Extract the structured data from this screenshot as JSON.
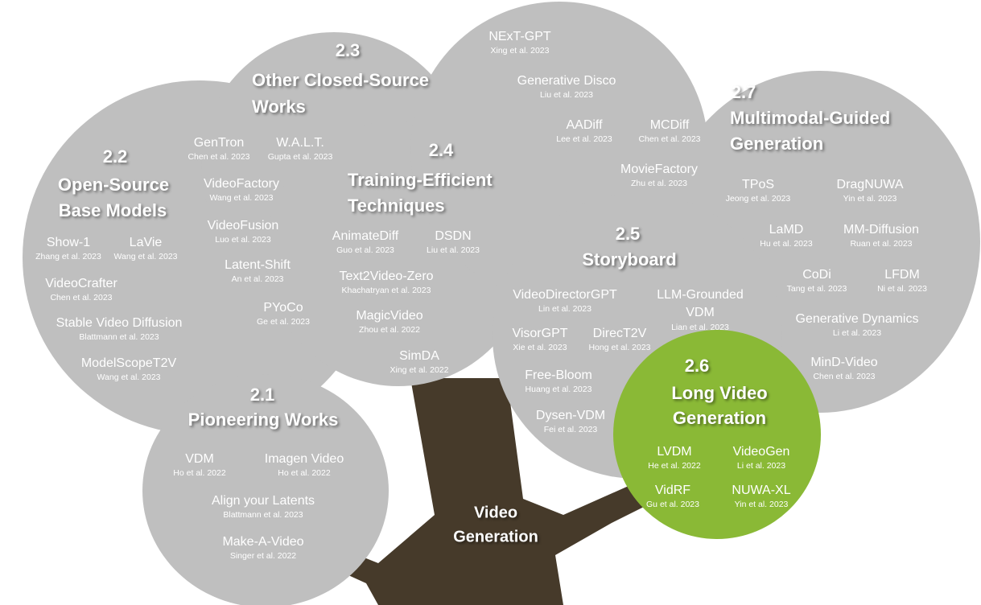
{
  "colors": {
    "bubble": "#bfbfbf",
    "highlight": "#8ab936",
    "trunk": "#463a2a",
    "text": "#ffffff"
  },
  "root": {
    "lines": [
      "Video",
      "Generation"
    ]
  },
  "sections": [
    {
      "num": "2.1",
      "lines": [
        "Pioneering Works"
      ],
      "items": [
        {
          "name": "VDM",
          "cite": "Ho et al. 2022"
        },
        {
          "name": "Imagen Video",
          "cite": "Ho et al. 2022"
        },
        {
          "name": "Align your Latents",
          "cite": "Blattmann et al. 2023"
        },
        {
          "name": "Make-A-Video",
          "cite": "Singer et al. 2022"
        }
      ]
    },
    {
      "num": "2.2",
      "lines": [
        "Open-Source",
        "Base Models"
      ],
      "items": [
        {
          "name": "Show-1",
          "cite": "Zhang et al. 2023"
        },
        {
          "name": "LaVie",
          "cite": "Wang et al. 2023"
        },
        {
          "name": "VideoCrafter",
          "cite": "Chen et al. 2023"
        },
        {
          "name": "Stable Video Diffusion",
          "cite": "Blattmann et al. 2023"
        },
        {
          "name": "ModelScopeT2V",
          "cite": "Wang et al. 2023"
        }
      ]
    },
    {
      "num": "2.3",
      "lines": [
        "Other Closed-Source",
        "Works"
      ],
      "items": [
        {
          "name": "GenTron",
          "cite": "Chen et al. 2023"
        },
        {
          "name": "W.A.L.T.",
          "cite": "Gupta et al. 2023"
        },
        {
          "name": "VideoFactory",
          "cite": "Wang et al. 2023"
        },
        {
          "name": "VideoFusion",
          "cite": "Luo et al. 2023"
        },
        {
          "name": "Latent-Shift",
          "cite": "An et al. 2023"
        },
        {
          "name": "PYoCo",
          "cite": "Ge et al. 2023"
        }
      ]
    },
    {
      "num": "2.4",
      "lines": [
        "Training-Efficient",
        "Techniques"
      ],
      "items": [
        {
          "name": "AnimateDiff",
          "cite": "Guo et al. 2023"
        },
        {
          "name": "DSDN",
          "cite": "Liu et al. 2023"
        },
        {
          "name": "Text2Video-Zero",
          "cite": "Khachatryan et al. 2023"
        },
        {
          "name": "MagicVideo",
          "cite": "Zhou et al. 2022"
        },
        {
          "name": "SimDA",
          "cite": "Xing et al. 2022"
        }
      ]
    },
    {
      "num": "2.5",
      "lines": [
        "Storyboard"
      ],
      "items": [
        {
          "name": "VideoDirectorGPT",
          "cite": "Lin et al. 2023"
        },
        {
          "name": "LLM-Grounded VDM",
          "cite": "Lian et al. 2023"
        },
        {
          "name": "VisorGPT",
          "cite": "Xie et al. 2023"
        },
        {
          "name": "DirecT2V",
          "cite": "Hong et al. 2023"
        },
        {
          "name": "Free-Bloom",
          "cite": "Huang et al. 2023"
        },
        {
          "name": "Dysen-VDM",
          "cite": "Fei et al. 2023"
        }
      ]
    },
    {
      "num": "2.6",
      "lines": [
        "Long Video",
        "Generation"
      ],
      "items": [
        {
          "name": "LVDM",
          "cite": "He et al. 2022"
        },
        {
          "name": "VideoGen",
          "cite": "Li et al. 2023"
        },
        {
          "name": "VidRF",
          "cite": "Gu et al. 2023"
        },
        {
          "name": "NUWA-XL",
          "cite": "Yin et al. 2023"
        }
      ]
    },
    {
      "num": "2.7",
      "lines": [
        "Multimodal-Guided",
        "Generation"
      ],
      "items": [
        {
          "name": "NExT-GPT",
          "cite": "Xing et al. 2023"
        },
        {
          "name": "Generative Disco",
          "cite": "Liu et al. 2023"
        },
        {
          "name": "AADiff",
          "cite": "Lee et al. 2023"
        },
        {
          "name": "MCDiff",
          "cite": "Chen et al. 2023"
        },
        {
          "name": "MovieFactory",
          "cite": "Zhu et al. 2023"
        },
        {
          "name": "TPoS",
          "cite": "Jeong et al. 2023"
        },
        {
          "name": "DragNUWA",
          "cite": "Yin et al. 2023"
        },
        {
          "name": "LaMD",
          "cite": "Hu et al. 2023"
        },
        {
          "name": "MM-Diffusion",
          "cite": "Ruan et al. 2023"
        },
        {
          "name": "CoDi",
          "cite": "Tang et al. 2023"
        },
        {
          "name": "LFDM",
          "cite": "Ni et al. 2023"
        },
        {
          "name": "Generative Dynamics",
          "cite": "Li et al. 2023"
        },
        {
          "name": "MinD-Video",
          "cite": "Chen et al. 2023"
        }
      ]
    }
  ]
}
